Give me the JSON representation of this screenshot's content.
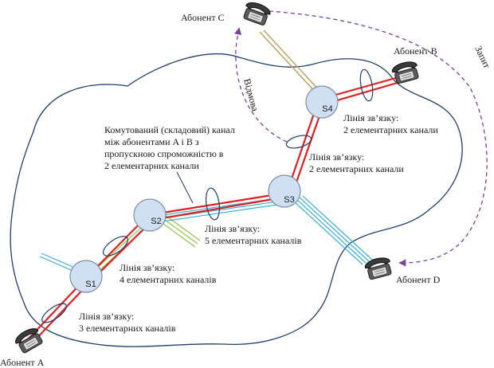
{
  "subscribers": {
    "a": "Абонент A",
    "b": "Абонент B",
    "c": "Абонент C",
    "d": "Абонент D"
  },
  "nodes": {
    "s1": "S1",
    "s2": "S2",
    "s3": "S3",
    "s4": "S4"
  },
  "labels": {
    "switched_channel": [
      "Комутований (складовий) канал",
      "між абонентами A і B з",
      "пропускною спроможністю в",
      "2 елементарних канали"
    ],
    "line_a_s1": [
      "Лінія зв’язку:",
      "3 елементарних каналів"
    ],
    "line_s1_s2": [
      "Лінія зв’язку:",
      "4 елементарних каналів"
    ],
    "line_s2_s3": [
      "Лінія зв’язку:",
      "5 елементарних каналів"
    ],
    "line_s3_s4": [
      "Лінія зв’язку:",
      "2 елементарних канали"
    ],
    "line_s4_b": [
      "Лінія зв’язку:",
      "2 елементарних канали"
    ]
  },
  "arrows": {
    "request": "Запит",
    "refusal": "Відмова"
  },
  "colors": {
    "circuit": "#e02020",
    "cloud": "#1f3f6f",
    "node_fill": "#cfe0f3",
    "arrow": "#7a3fa0",
    "link_cyan": "#3aaed8",
    "link_green": "#8cc84b",
    "link_olive": "#b9a05a"
  }
}
